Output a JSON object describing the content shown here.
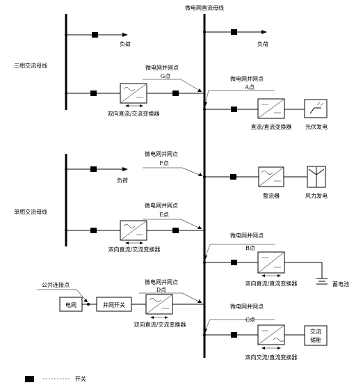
{
  "bus_labels": {
    "dc_bus": "微电网直流母线",
    "three_phase_bus": "三相交流母线",
    "single_phase_bus": "单相交流母线"
  },
  "loads": {
    "load_label": "负荷"
  },
  "pcc": {
    "pcc_label": "微电网并网点",
    "points": [
      "A点",
      "B点",
      "C点",
      "D点",
      "E点",
      "F点",
      "G点"
    ]
  },
  "converters": {
    "bidirectional_dc_ac": "双向直流/交流变换器",
    "dc_dc": "直流/直流变换器",
    "rectifier": "整流器",
    "bidirectional_dc_dc": "双向直流/直流变换器",
    "bidirectional_ac_dc": "双向交流/直流变换器"
  },
  "sources": {
    "pv": "光伏发电",
    "wind": "风力发电",
    "battery": "蓄电池",
    "ac_storage_line1": "交流",
    "ac_storage_line2": "储能"
  },
  "grid": {
    "public_connection": "公共连接点",
    "grid_box": "电网",
    "grid_switch": "并网开关"
  },
  "legend": {
    "switch_label": "开关"
  }
}
